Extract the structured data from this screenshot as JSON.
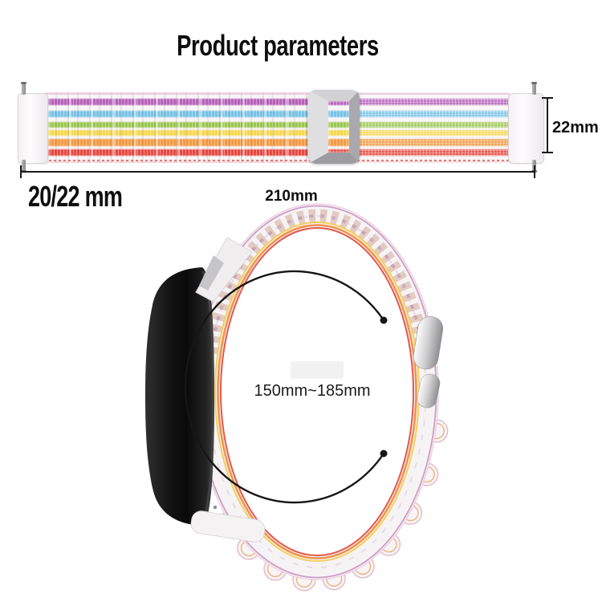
{
  "title": "Product parameters",
  "strap": {
    "width_label": "210mm",
    "height_label": "22mm",
    "lug_size_label": "20/22 mm",
    "stripe_colors": [
      "#b763bb",
      "#79c3e6",
      "#9cc751",
      "#f5d850",
      "#f29b43",
      "#e74a41"
    ],
    "base_color": "#f7f4f5"
  },
  "loop": {
    "length_label": "150mm~185mm"
  },
  "colors": {
    "annotation": "#1a1a1a",
    "metal": "#c9c9cb",
    "watch_black": "#111111",
    "band_white": "#f6f3f5"
  }
}
